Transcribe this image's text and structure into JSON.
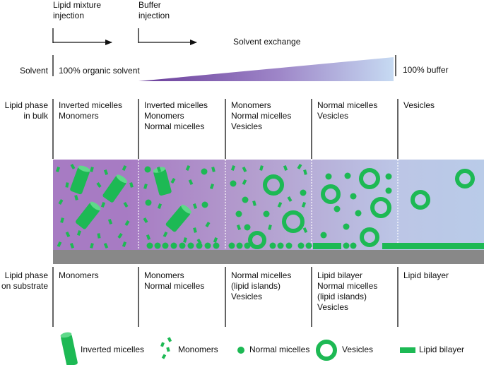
{
  "headers": {
    "lipid_injection": "Lipid mixture\ninjection",
    "buffer_injection": "Buffer\ninjection",
    "solvent_exchange": "Solvent exchange"
  },
  "solvent_row": {
    "label": "Solvent",
    "organic": "100% organic solvent",
    "buffer": "100% buffer"
  },
  "bulk": {
    "label": "Lipid phase\nin bulk",
    "columns": [
      "Inverted micelles\nMonomers",
      "Inverted micelles\nMonomers\nNormal micelles",
      "Monomers\nNormal micelles\nVesicles",
      "Normal micelles\nVesicles",
      "Vesicles"
    ]
  },
  "substrate": {
    "label": "Lipid phase\non substrate",
    "columns": [
      "Monomers",
      "Monomers\nNormal micelles",
      "Normal micelles\n(lipid islands)\nVesicles",
      "Lipid bilayer\nNormal micelles\n(lipid islands)\nVesicles",
      "Lipid bilayer"
    ]
  },
  "legend": {
    "inverted": "Inverted micelles",
    "monomers": "Monomers",
    "normal": "Normal micelles",
    "vesicles": "Vesicles",
    "bilayer": "Lipid bilayer"
  },
  "colors": {
    "lipid_green": "#1db954",
    "purple": "#a77bc3",
    "light_blue": "#b9cbe8",
    "substrate_gray": "#888888"
  }
}
